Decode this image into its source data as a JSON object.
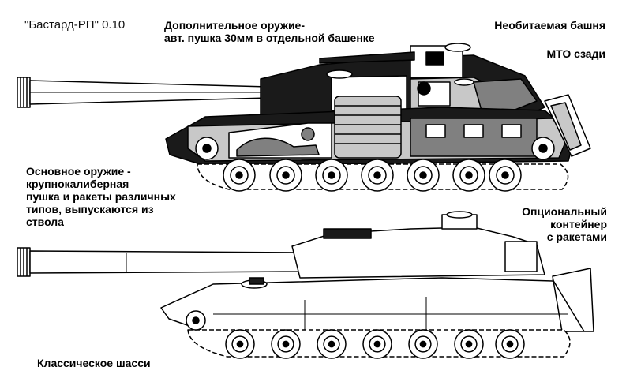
{
  "title": "\"Бастард-РП\" 0.10",
  "labels": {
    "secondary_weapon": [
      "Дополнительное оружие-",
      "авт. пушка 30мм в отдельной башенке"
    ],
    "turret": "Необитаемая башня",
    "engine": "МТО сзади",
    "main_weapon": [
      "Основное оружие -",
      "крупнокалиберная",
      "пушка и ракеты различных",
      "типов, выпускаются из",
      "ствола"
    ],
    "container": [
      "Опциональный",
      "контейнер",
      "с ракетами"
    ],
    "chassis": "Классическое шасси"
  },
  "colors": {
    "outline": "#000000",
    "hull_gray": "#c8c8c8",
    "dark_gray": "#808080",
    "body_dark": "#1a1a1a"
  }
}
